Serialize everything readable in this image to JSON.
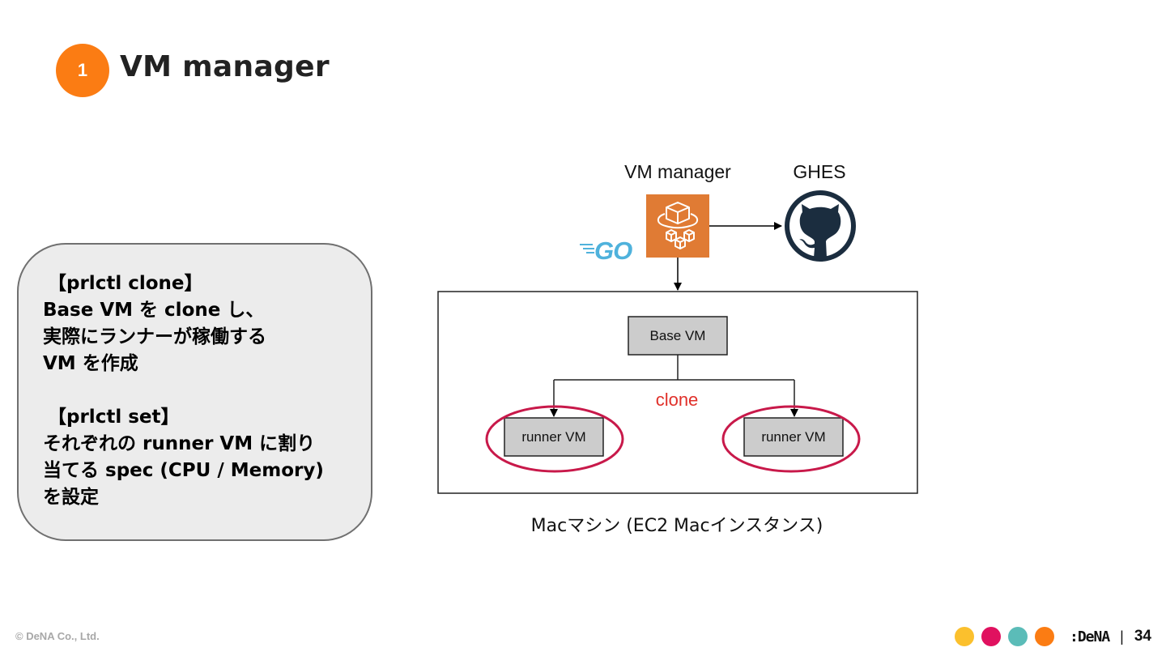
{
  "slide": {
    "section_number": "1",
    "title": "VM manager",
    "accent_color": "#fb7c13"
  },
  "note": {
    "heading1": "【prlctl clone】",
    "line1": "Base VM を clone し、",
    "line2": "実際にランナーが稼働する",
    "line3": "VM を作成",
    "heading2": "【prlctl set】",
    "line4": "それぞれの runner VM に割り",
    "line5": "当てる spec (CPU / Memory)",
    "line6": "を設定"
  },
  "diagram": {
    "vm_manager_label": "VM manager",
    "ghes_label": "GHES",
    "go_logo_text": "GO",
    "base_vm_label": "Base VM",
    "clone_label": "clone",
    "runner_vm_left_label": "runner VM",
    "runner_vm_right_label": "runner VM",
    "mac_caption": "Macマシン (EC2 Macインスタンス)",
    "icons": {
      "vm_manager": "aws-fargate-icon",
      "ghes": "github-octocat-icon",
      "language": "go-gopher-logo"
    },
    "colors": {
      "aws_orange": "#e07b34",
      "github_navy": "#1b2d3f",
      "go_blue": "#4fb2dc",
      "highlight_red": "#c8194a",
      "clone_text": "#e0302a",
      "vm_box_fill": "#cccccc"
    }
  },
  "footer": {
    "copyright": "© DeNA Co., Ltd.",
    "brand": ":DeNA",
    "separator": "|",
    "page_number": "34",
    "dots": [
      "#fbc02d",
      "#e0115f",
      "#5bbcb8",
      "#fb7c13"
    ]
  }
}
